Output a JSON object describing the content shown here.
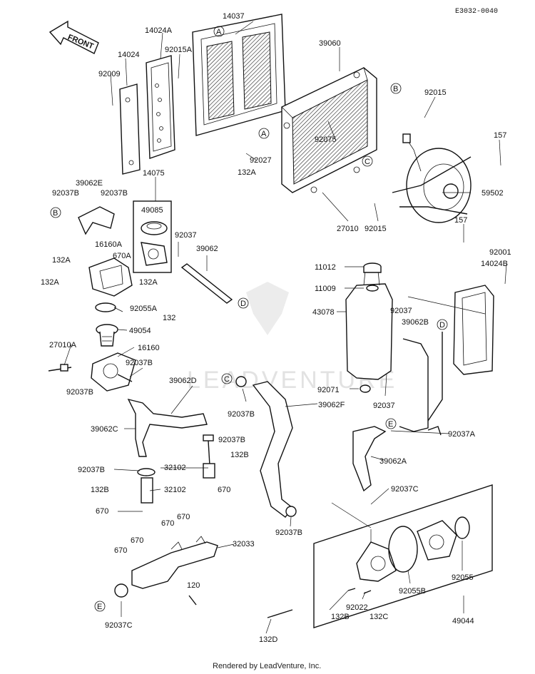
{
  "diagram_code": "E3032-0040",
  "footer": "Rendered by LeadVenture, Inc.",
  "front_arrow_label": "FRONT",
  "watermark": "LEADVENTURE",
  "callouts": {
    "A": "A",
    "B": "B",
    "C": "C",
    "D": "D",
    "E": "E"
  },
  "parts": {
    "p14037": "14037",
    "p14024A": "14024A",
    "p92015A": "92015A",
    "p14024": "14024",
    "p92009": "92009",
    "p39060": "39060",
    "p92015_top": "92015",
    "p157_top": "157",
    "p92075": "92075",
    "p92027": "92027",
    "p132A_rad": "132A",
    "p59502": "59502",
    "p27010": "27010",
    "p92015_mid": "92015",
    "p157_mid": "157",
    "p14075": "14075",
    "p39062E": "39062E",
    "p92037B_a": "92037B",
    "p92037B_b": "92037B",
    "p49085": "49085",
    "p92037_a": "92037",
    "p39062": "39062",
    "p16160A": "16160A",
    "p670A": "670A",
    "p132A_a": "132A",
    "p132A_b": "132A",
    "p132A_c": "132A",
    "p92055A": "92055A",
    "p132": "132",
    "p49054": "49054",
    "p27010A": "27010A",
    "p16160": "16160",
    "p92037B_c": "92037B",
    "p92037B_d": "92037B",
    "p39062D": "39062D",
    "p39062C": "39062C",
    "p92037B_e": "92037B",
    "p132B_a": "132B",
    "p32102_a": "32102",
    "p92037B_f": "92037B",
    "p132B_b": "132B",
    "p32102_b": "32102",
    "p670_a": "670",
    "p670_b": "670",
    "p670_c": "670",
    "p670_d": "670",
    "p670_e": "670",
    "p670_f": "670",
    "p32033": "32033",
    "p120": "120",
    "p92037C_a": "92037C",
    "p92001": "92001",
    "p14024B": "14024B",
    "p11012": "11012",
    "p11009": "11009",
    "p92037_b": "92037",
    "p39062B": "39062B",
    "p43078": "43078",
    "p92071": "92071",
    "p92037_c": "92037",
    "p92037B_g": "92037B",
    "p39062F": "39062F",
    "p92037A": "92037A",
    "p39062A": "39062A",
    "p92037C_b": "92037C",
    "p92037B_h": "92037B",
    "p92055": "92055",
    "p92055B": "92055B",
    "p132B_c": "132B",
    "p92022": "92022",
    "p132C": "132C",
    "p49044": "49044",
    "p132D": "132D"
  }
}
